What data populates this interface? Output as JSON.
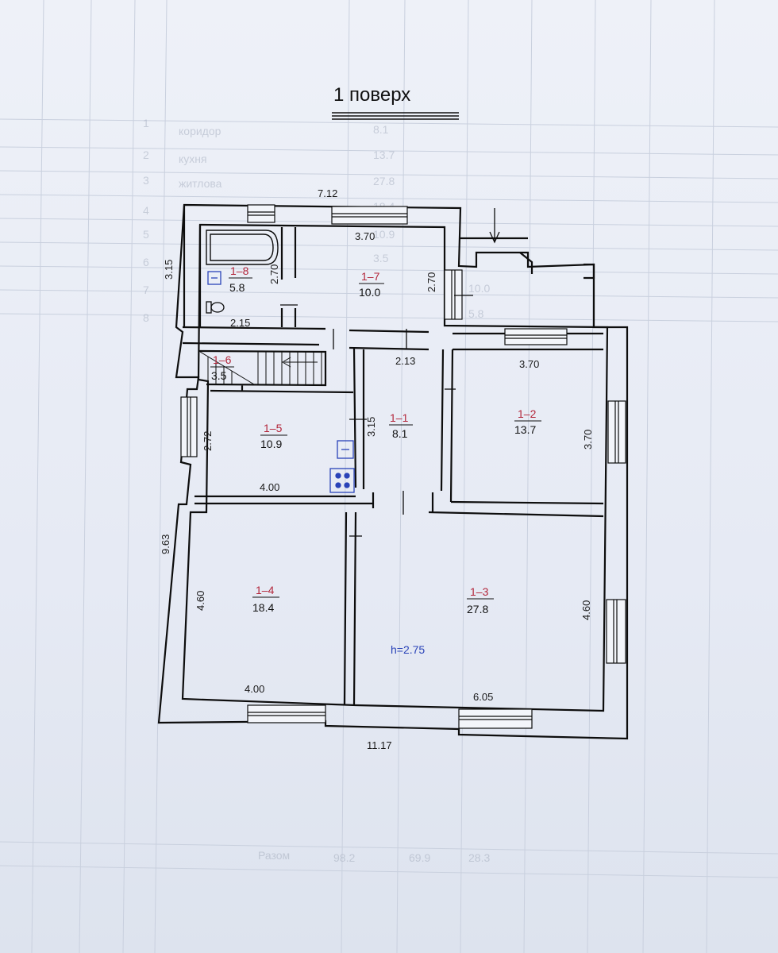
{
  "title": "1 поверх",
  "height_label": "h=2.75",
  "rooms": [
    {
      "id": "1–1",
      "area": "8.1"
    },
    {
      "id": "1–2",
      "area": "13.7"
    },
    {
      "id": "1–3",
      "area": "27.8"
    },
    {
      "id": "1–4",
      "area": "18.4"
    },
    {
      "id": "1–5",
      "area": "10.9"
    },
    {
      "id": "1–6",
      "area": "3.5"
    },
    {
      "id": "1–7",
      "area": "10.0"
    },
    {
      "id": "1–8",
      "area": "5.8"
    }
  ],
  "dimensions": {
    "top_overall": "7.12",
    "bottom_overall": "11.17",
    "left_overall": "9.63",
    "left_upper": "3.15",
    "r17_width": "3.70",
    "r17_depth_left": "2.70",
    "r17_depth_right": "2.70",
    "r18_width": "2.15",
    "r11_width": "2.13",
    "r11_depth": "3.15",
    "r12_width": "3.70",
    "r12_depth": "3.70",
    "r15_width": "4.00",
    "r15_depth": "2.72",
    "r14_width": "4.00",
    "r14_depth": "4.60",
    "r13_width": "6.05",
    "r13_depth": "4.60"
  },
  "background_table": {
    "rows": [
      "1",
      "2",
      "3",
      "4",
      "5",
      "6",
      "7",
      "8"
    ],
    "names": [
      "коридор",
      "кухня",
      "житлова"
    ],
    "values": [
      "8.1",
      "13.7",
      "27.8",
      "18.4",
      "10.9",
      "3.5",
      "10.0",
      "5.8"
    ],
    "totals": [
      "Разом",
      "98.2",
      "69.9",
      "28.3"
    ]
  },
  "colors": {
    "wall": "#0d0d0d",
    "room_id": "#b3263a",
    "height": "#2a43b8",
    "paper": "#e6eaf4"
  }
}
